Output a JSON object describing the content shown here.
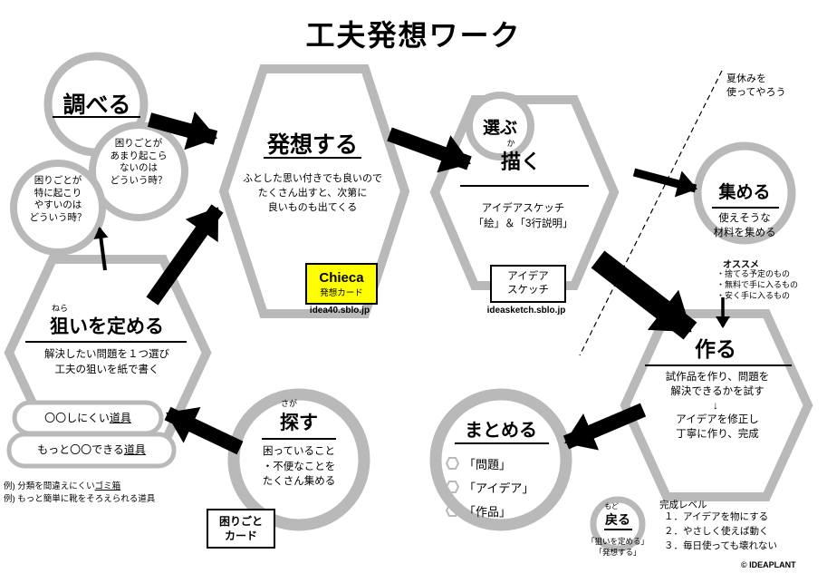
{
  "title": "工夫発想ワーク",
  "colors": {
    "outline_gray": "#b9b9b9",
    "accent_yellow": "#ffff00",
    "ink": "#000000"
  },
  "investigate": {
    "title": "調べる",
    "question_rare": "困りごとが\nあまり起こら\nないのは\nどういう時？",
    "question_often": "困りごとが\n特に起こり\nやすいのは\nどういう時？"
  },
  "ideate": {
    "title": "発想する",
    "body": "ふとした思い付きでも良いので\nたくさん出すと、次第に\n良いものも出てくる",
    "card_name": "Chieca",
    "card_label": "発想カード",
    "card_url": "idea40.sblo.jp"
  },
  "choose": {
    "title": "選ぶ"
  },
  "draw": {
    "title": "描く",
    "furigana": "か",
    "body": "アイデアスケッチ\n「絵」＆「3行説明」",
    "card_label": "アイデア\nスケッチ",
    "card_url": "ideasketch.sblo.jp"
  },
  "collect": {
    "title": "集める",
    "body": "使えそうな\n材料を集める",
    "note_title": "オススメ",
    "note_items": "・捨てる予定のもの\n・無料で手に入るもの\n・安く手に入るもの"
  },
  "summer_note": "夏休みを\n使ってやろう",
  "make": {
    "title": "作る",
    "body1": "試作品を作り、問題を\n解決できるかを試す",
    "arrow": "↓",
    "body2": "アイデアを修正し\n丁寧に作り、完成"
  },
  "aim": {
    "title": "狙いを定める",
    "furigana": "ねら",
    "body": "解決したい問題を１つ選び\n工夫の狙いを紙で書く",
    "oval1": {
      "pre": "〇〇しにくい",
      "em": "道具"
    },
    "oval2": {
      "pre": "もっと〇〇できる",
      "em": "道具"
    },
    "example1": {
      "pre": "例) 分類を間違えにくい",
      "em": "ゴミ箱"
    },
    "example2": "例) もっと簡単に靴をそろえられる道具"
  },
  "search": {
    "title": "探す",
    "furigana": "さが",
    "body": "困っていること\n・不便なことを\nたくさん集める",
    "card_label": "困りごと\nカード"
  },
  "summarize": {
    "title": "まとめる",
    "items": [
      {
        "label": "「問題」"
      },
      {
        "label": "「アイデア」"
      },
      {
        "label": "「作品」"
      }
    ]
  },
  "back": {
    "title": "戻る",
    "furigana": "もど",
    "targets": "「狙いを定める」\n「発想する」"
  },
  "levels": {
    "title": "完成レベル",
    "items": "１．アイデアを物にする\n２．やさしく使えば動く\n３．毎日使っても壊れない"
  },
  "credit": "© IDEAPLANT"
}
